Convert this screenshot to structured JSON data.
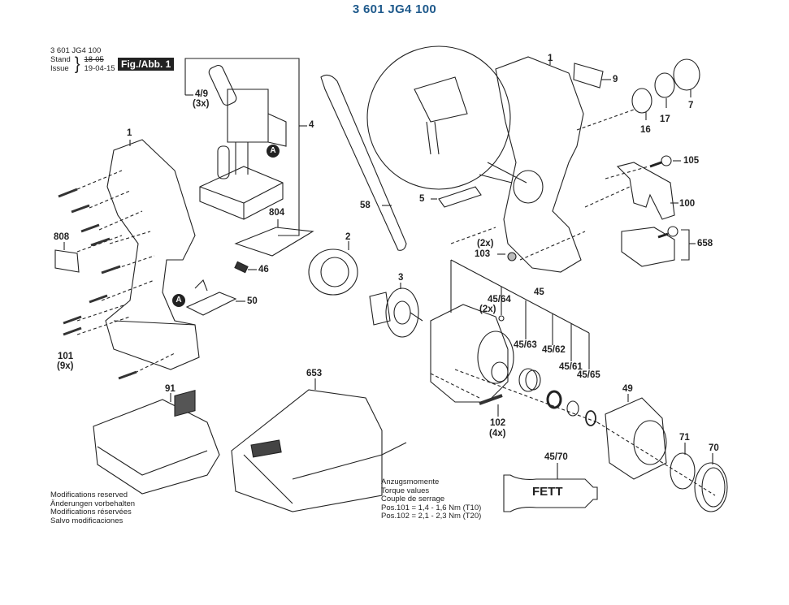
{
  "page_title": "3 601 JG4 100",
  "header": {
    "part_number": "3 601 JG4 100",
    "stand_label": "Stand",
    "issue_label": "Issue",
    "stand_value": "18-05",
    "issue_value": "19-04-15",
    "figure_label": "Fig./Abb. 1"
  },
  "part_labels": {
    "p1_left": "1",
    "p1_right": "1",
    "p2": "2",
    "p3": "3",
    "p4": "4",
    "p4_9": "4/9",
    "p4_9_qty": "(3x)",
    "p5": "5",
    "p7": "7",
    "p9": "9",
    "p16": "16",
    "p17": "17",
    "p45": "45",
    "p45_61": "45/61",
    "p45_62": "45/62",
    "p45_63": "45/63",
    "p45_64": "45/64",
    "p45_64_qty": "(2x)",
    "p45_65": "45/65",
    "p45_70": "45/70",
    "p46": "46",
    "p49": "49",
    "p50": "50",
    "p58": "58",
    "p70": "70",
    "p71": "71",
    "p91": "91",
    "p100": "100",
    "p101": "101",
    "p101_qty": "(9x)",
    "p102": "102",
    "p102_qty": "(4x)",
    "p103": "103",
    "p103_qty": "(2x)",
    "p105": "105",
    "p653": "653",
    "p658": "658",
    "p804": "804",
    "p808": "808"
  },
  "markers": {
    "a1": "A",
    "a2": "A"
  },
  "grease_label": "FETT",
  "modifications_note": [
    "Modifications reserved",
    "Änderungen vorbehalten",
    "Modifications réservées",
    "Salvo modificaciones"
  ],
  "torque_note": [
    "Anzugsmomente",
    "Torque values",
    "Couple de serrage",
    "Pos.101  =  1,4 - 1,6 Nm (T10)",
    "Pos.102  =  2,1 - 2,3 Nm (T20)"
  ]
}
